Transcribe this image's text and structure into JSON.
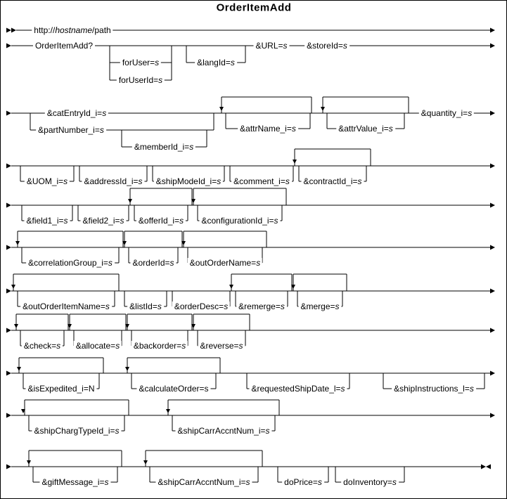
{
  "title": "OrderItemAdd",
  "colors": {
    "line": "#000000",
    "background": "#ffffff",
    "text": "#000000"
  },
  "params": {
    "url": {
      "pre": "http://",
      "var": "hostname",
      "post": "/path"
    },
    "command": {
      "pre": "OrderItemAdd?"
    },
    "forUser": {
      "pre": "forUser=",
      "var": "s"
    },
    "forUserId": {
      "pre": "forUserId=",
      "var": "s"
    },
    "langId": {
      "pre": "&langId=",
      "var": "s"
    },
    "URL": {
      "pre": "&URL=",
      "var": "s"
    },
    "storeId": {
      "pre": "&storeId=",
      "var": "s"
    },
    "catEntryId": {
      "pre": "&catEntryId_i=",
      "var": "s"
    },
    "partNumber": {
      "pre": "&partNumber_i=",
      "var": "s"
    },
    "memberId": {
      "pre": "&memberId_i=",
      "var": "s"
    },
    "attrName": {
      "pre": "&attrName_i=",
      "var": "s"
    },
    "attrValue": {
      "pre": "&attrValue_i=",
      "var": "s"
    },
    "quantity": {
      "pre": "&quantity_i=",
      "var": "s"
    },
    "UOM": {
      "pre": "&UOM_i=",
      "var": "s"
    },
    "addressId": {
      "pre": "&addressId_i=",
      "var": "s"
    },
    "shipModeId": {
      "pre": "&shipModeId_i=",
      "var": "s"
    },
    "comment": {
      "pre": "&comment_i=",
      "var": "s"
    },
    "contractId": {
      "pre": "&contractId_i=",
      "var": "s"
    },
    "field1": {
      "pre": "&field1_i=",
      "var": "s"
    },
    "field2": {
      "pre": "&field2_i=",
      "var": "s"
    },
    "offerId": {
      "pre": "&offerId_i=",
      "var": "s"
    },
    "configurationId": {
      "pre": "&configurationId_i=",
      "var": "s"
    },
    "correlationGroup": {
      "pre": "&correlationGroup_i=",
      "var": "s"
    },
    "orderId": {
      "pre": "&orderId=",
      "var": "s"
    },
    "outOrderName": {
      "pre": "&outOrderName=",
      "var": "s"
    },
    "outOrderItemName": {
      "pre": "&outOrderItemName=",
      "var": "s"
    },
    "listId": {
      "pre": "&listId=",
      "var": "s"
    },
    "orderDesc": {
      "pre": "&orderDesc=",
      "var": "s"
    },
    "remerge": {
      "pre": "&remerge=",
      "var": "s"
    },
    "merge": {
      "pre": "&merge=",
      "var": "s"
    },
    "check": {
      "pre": "&check=",
      "var": "s"
    },
    "allocate": {
      "pre": "&allocate=",
      "var": "s"
    },
    "backorder": {
      "pre": "&backorder=",
      "var": "s"
    },
    "reverse": {
      "pre": "&reverse=",
      "var": "s"
    },
    "isExpedited": {
      "pre": "&isExpedited_i=N"
    },
    "calculateOrder": {
      "pre": "&calculateOrder=s"
    },
    "requestedShipDate": {
      "pre": "&requestedShipDate_l=",
      "var": "s"
    },
    "shipInstructions": {
      "pre": "&shipInstructions_l=",
      "var": "s"
    },
    "shipChargTypeId": {
      "pre": "&shipChargTypeId_i=",
      "var": "s"
    },
    "shipCarrAccntNum1": {
      "pre": "&shipCarrAccntNum_i=",
      "var": "s"
    },
    "giftMessage": {
      "pre": "&giftMessage_i=",
      "var": "s"
    },
    "shipCarrAccntNum2": {
      "pre": "&shipCarrAccntNum_i=",
      "var": "s"
    },
    "doPrice": {
      "pre": "doPrice=",
      "var": "s"
    },
    "doInventory": {
      "pre": "doInventory=",
      "var": "s"
    }
  }
}
